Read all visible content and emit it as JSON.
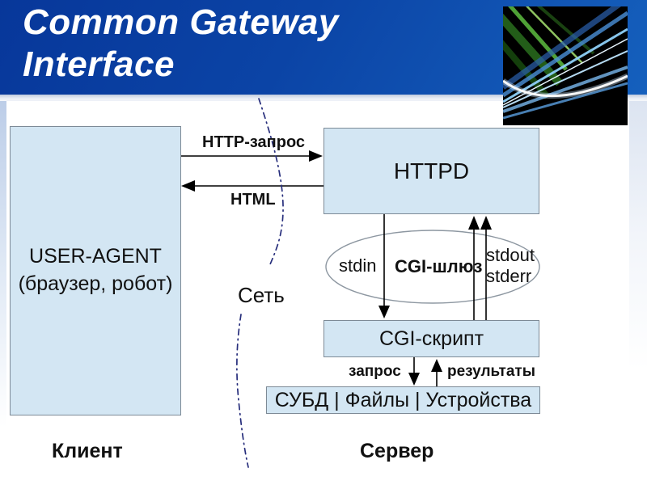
{
  "title": {
    "line1": "Common Gateway",
    "line2": "Interface"
  },
  "colors": {
    "header_gradient_start": "#07379a",
    "header_gradient_end": "#1560bd",
    "title_text": "#ffffff",
    "box_fill": "#d3e6f3",
    "box_border": "#7d8a96",
    "arrow": "#000000",
    "ellipse_border": "#8d97a1",
    "network_dash": "#272e7c",
    "label_text": "#111111"
  },
  "diagram": {
    "user_agent": {
      "title": "USER-AGENT",
      "subtitle": "(браузер, робот)"
    },
    "httpd_label": "HTTPD",
    "gateway": {
      "stdin": "stdin",
      "name": "CGI-шлюз",
      "stdout": "stdout",
      "stderr": "stderr"
    },
    "cgi_script_label": "CGI-скрипт",
    "resources_label": "СУБД | Файлы | Устройства",
    "flows": {
      "http_request": "HTTP-запрос",
      "html_response": "HTML",
      "db_request": "запрос",
      "db_results": "результаты"
    },
    "zones": {
      "network": "Сеть",
      "client": "Клиент",
      "server": "Сервер"
    }
  }
}
